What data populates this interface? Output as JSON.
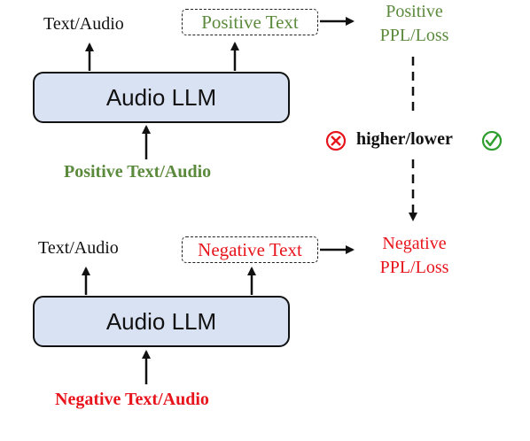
{
  "colors": {
    "positive": "#5b8a3c",
    "negative": "#e8141c",
    "box_fill": "#d9e2f3",
    "stroke": "#111111"
  },
  "top": {
    "output_label": "Text/Audio",
    "text_box": "Positive Text",
    "result_line1": "Positive",
    "result_line2": "PPL/Loss",
    "model_label": "Audio LLM",
    "input_label": "Positive Text/Audio"
  },
  "comparison": {
    "label": "higher/lower",
    "left_icon": "cross-circle-icon",
    "right_icon": "check-circle-icon"
  },
  "bottom": {
    "output_label": "Text/Audio",
    "text_box": "Negative Text",
    "result_line1": "Negative",
    "result_line2": "PPL/Loss",
    "model_label": "Audio LLM",
    "input_label": "Negative Text/Audio"
  }
}
